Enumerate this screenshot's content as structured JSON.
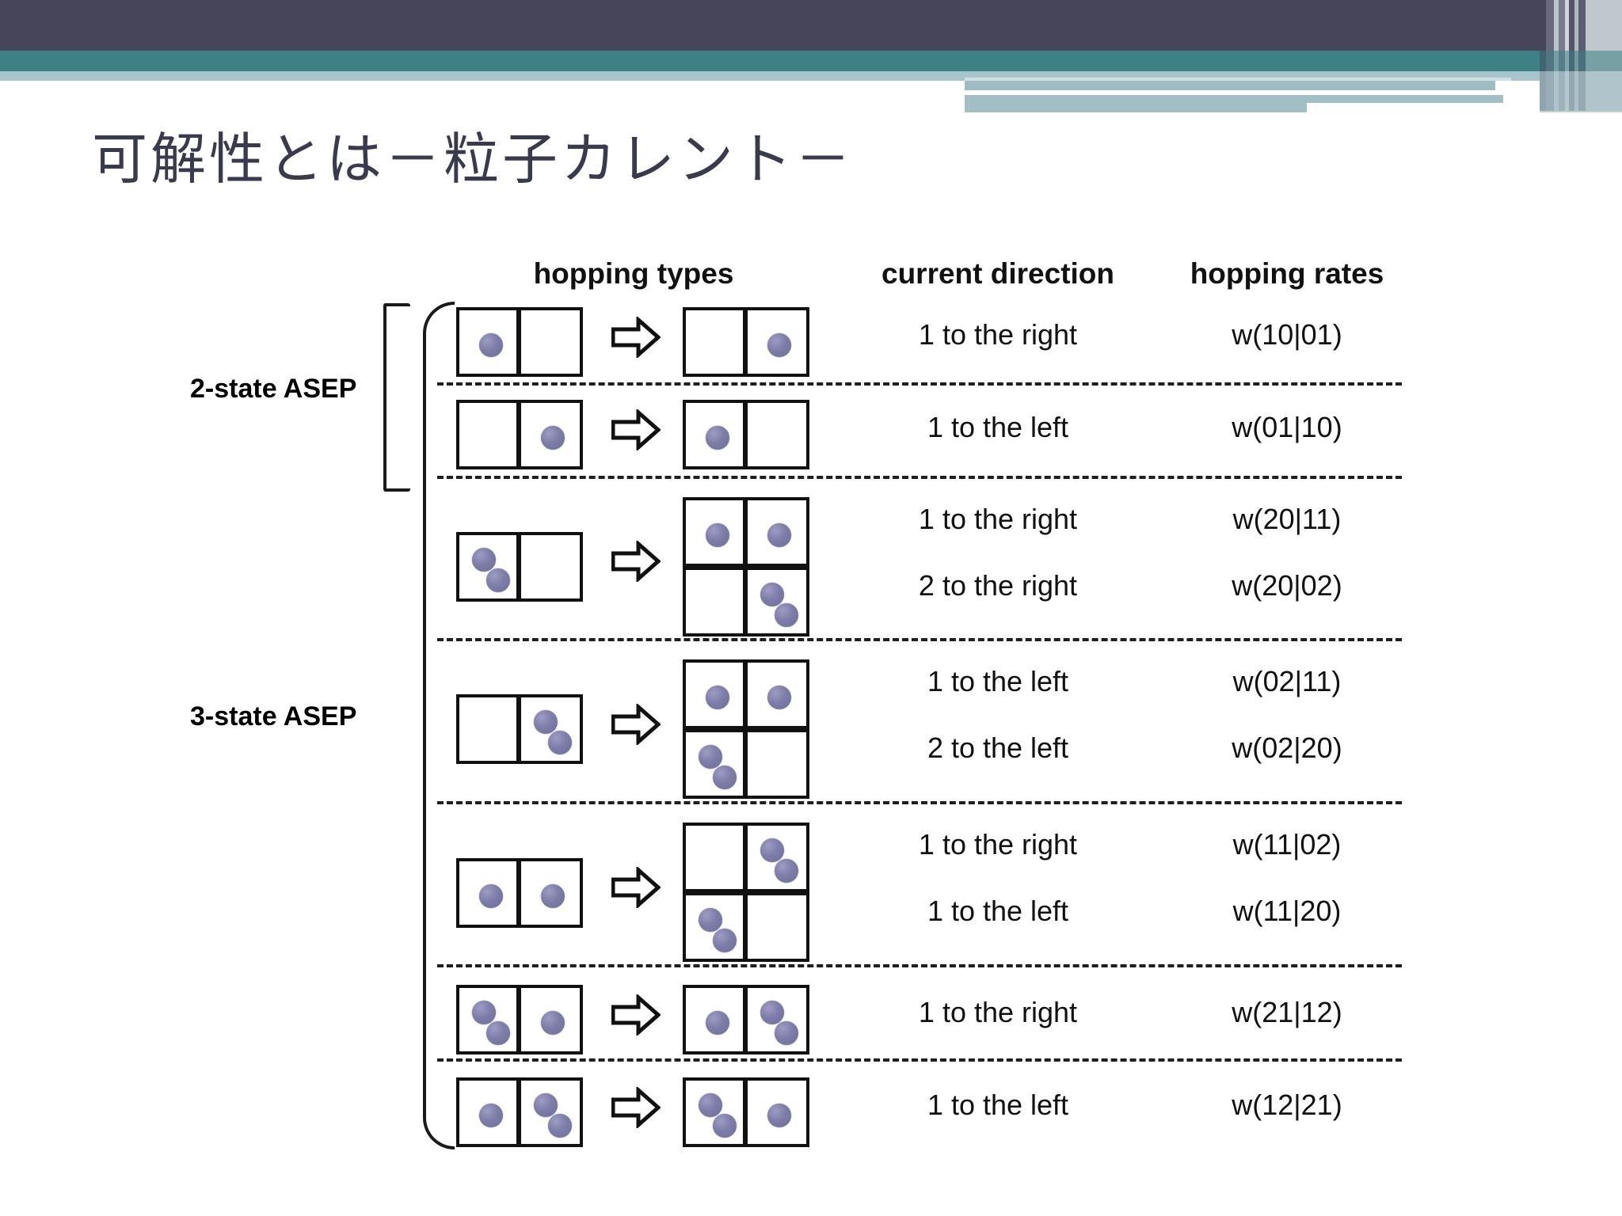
{
  "slide": {
    "title": "可解性とは－粒子カレント－",
    "title_color": "#3a3a4e"
  },
  "theme": {
    "header_dark": "#464559",
    "header_teal": "#3d8085",
    "header_pale": "#a9c4ca",
    "particle_color": "#7d7da8",
    "line_color": "#111111"
  },
  "columns": {
    "hopping_types": "hopping types",
    "current_direction": "current direction",
    "hopping_rates": "hopping rates"
  },
  "groups": {
    "two_state": "2-state ASEP",
    "three_state": "3-state ASEP"
  },
  "rows": [
    {
      "group": "2-state ASEP",
      "from": [
        1,
        0
      ],
      "to": [
        [
          0,
          1
        ]
      ],
      "directions": [
        "1 to the right"
      ],
      "rates": [
        "w(10|01)"
      ]
    },
    {
      "group": "2-state ASEP",
      "from": [
        0,
        1
      ],
      "to": [
        [
          1,
          0
        ]
      ],
      "directions": [
        "1 to the left"
      ],
      "rates": [
        "w(01|10)"
      ]
    },
    {
      "group": "3-state ASEP",
      "from": [
        2,
        0
      ],
      "to": [
        [
          1,
          1
        ],
        [
          0,
          2
        ]
      ],
      "directions": [
        "1 to the right",
        "2 to the right"
      ],
      "rates": [
        "w(20|11)",
        "w(20|02)"
      ]
    },
    {
      "group": "3-state ASEP",
      "from": [
        0,
        2
      ],
      "to": [
        [
          1,
          1
        ],
        [
          2,
          0
        ]
      ],
      "directions": [
        "1 to the left",
        "2 to the left"
      ],
      "rates": [
        "w(02|11)",
        "w(02|20)"
      ]
    },
    {
      "group": "3-state ASEP",
      "from": [
        1,
        1
      ],
      "to": [
        [
          0,
          2
        ],
        [
          2,
          0
        ]
      ],
      "directions": [
        "1 to the right",
        "1 to the left"
      ],
      "rates": [
        "w(11|02)",
        "w(11|20)"
      ]
    },
    {
      "group": "3-state ASEP",
      "from": [
        2,
        1
      ],
      "to": [
        [
          1,
          2
        ]
      ],
      "directions": [
        "1 to the right"
      ],
      "rates": [
        "w(21|12)"
      ]
    },
    {
      "group": "3-state ASEP",
      "from": [
        1,
        2
      ],
      "to": [
        [
          2,
          1
        ]
      ],
      "directions": [
        "1 to the left"
      ],
      "rates": [
        "w(12|21)"
      ]
    }
  ],
  "direction_labels": [
    "1 to the right",
    "1 to the left",
    "1 to the right",
    "2 to the right",
    "1 to the left",
    "2 to the left",
    "1 to the right",
    "1 to the left",
    "1 to the right",
    "1 to the left"
  ],
  "rate_labels": [
    "w(10|01)",
    "w(01|10)",
    "w(20|11)",
    "w(20|02)",
    "w(02|11)",
    "w(02|20)",
    "w(11|02)",
    "w(11|20)",
    "w(21|12)",
    "w(12|21)"
  ],
  "icons": {
    "arrow": "rightwards-block-arrow"
  }
}
